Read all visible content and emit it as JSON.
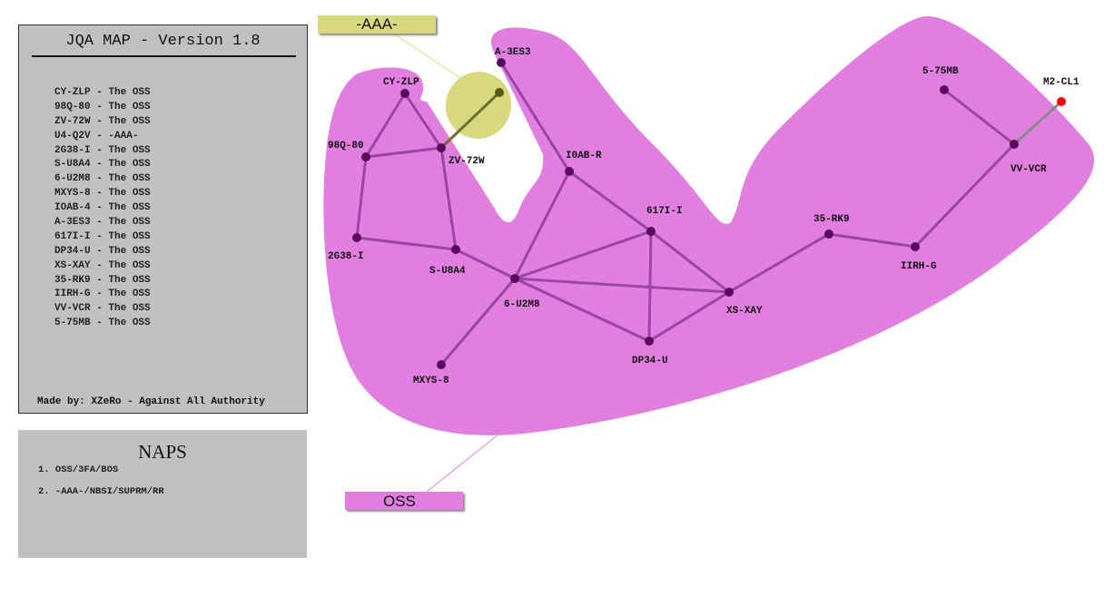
{
  "legend": {
    "title": "JQA MAP - Version 1.8",
    "entries": [
      "CY-ZLP - The OSS",
      "98Q-80 - The OSS",
      "ZV-72W - The OSS",
      "U4-Q2V - -AAA-",
      "2G38-I - The OSS",
      "S-U8A4 - The OSS",
      "6-U2M8 - The OSS",
      "MXYS-8 - The OSS",
      "IOAB-4 - The OSS",
      "A-3ES3 - The OSS",
      "617I-I - The OSS",
      "DP34-U - The OSS",
      "XS-XAY - The OSS",
      "35-RK9 - The OSS",
      "IIRH-G - The OSS",
      "VV-VCR - The OSS",
      "5-75MB - The OSS"
    ],
    "footer": "Made by: XZeRo - Against All Authority"
  },
  "naps": {
    "title": "NAPS",
    "items": [
      "1. OSS/3FA/BOS",
      "2. -AAA-/NBSI/SUPRM/RR"
    ]
  },
  "regions": {
    "aaa": "-AAA-",
    "oss": "OSS"
  },
  "colors": {
    "oss": "#e07fe0",
    "aaa": "#d8d87e",
    "node": "#5a0a5a",
    "edge": "#9a44a6",
    "hostile": "#ff0000"
  },
  "map": {
    "nodes": [
      "A-3ES3",
      "CY-ZLP",
      "",
      "ZV-72W",
      "98Q-80",
      "2G38-I",
      "S-U8A4",
      "I0AB-R",
      "617I-I",
      "6-U2M8",
      "XS-XAY",
      "DP34-U",
      "MXYS-8",
      "35-RK9",
      "IIRH-G",
      "VV-VCR",
      "5-75MB",
      "M2-CL1"
    ]
  }
}
